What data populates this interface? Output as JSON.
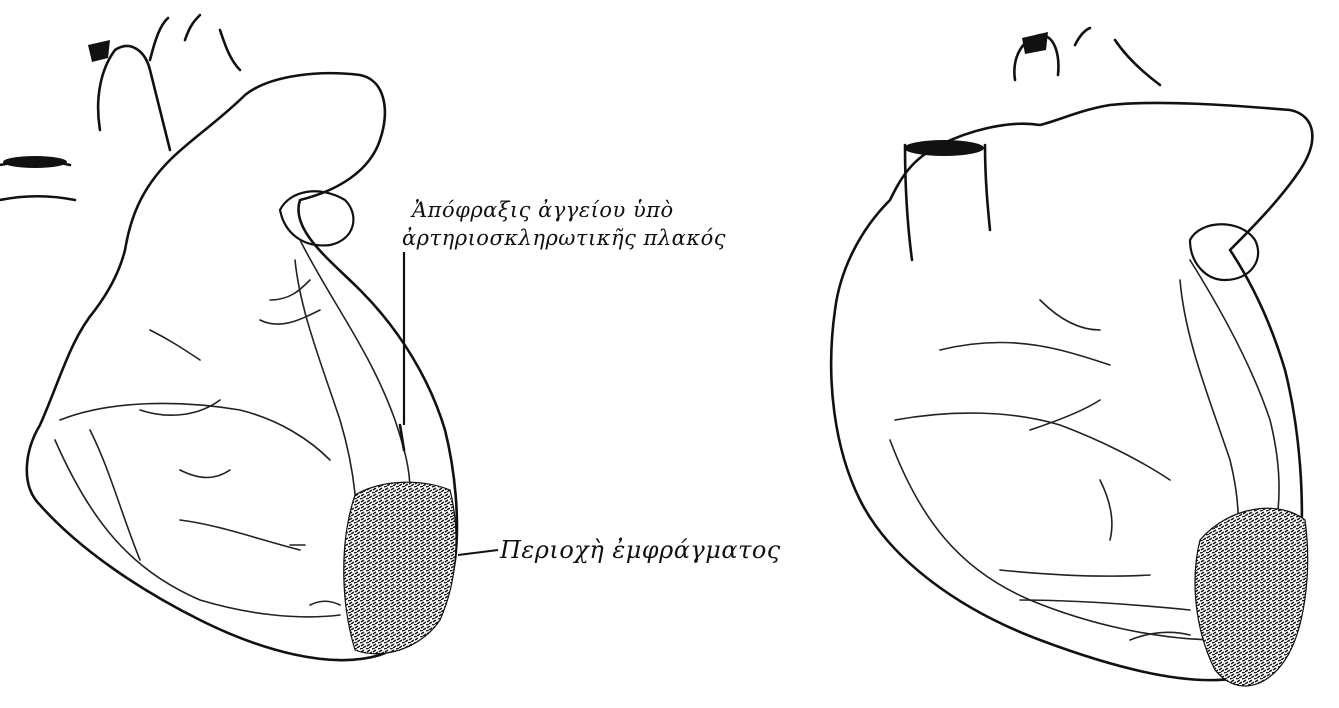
{
  "labels": {
    "occlusion_line1": "Ἀπόφραξις ἀγγείου ὑπὸ",
    "occlusion_line2": "ἀρτηριοσκληρωτικῆς πλακός",
    "infarct_area": "Περιοχὴ ἐμφράγματος"
  },
  "colors": {
    "ink": "#111111",
    "background": "#ffffff"
  }
}
